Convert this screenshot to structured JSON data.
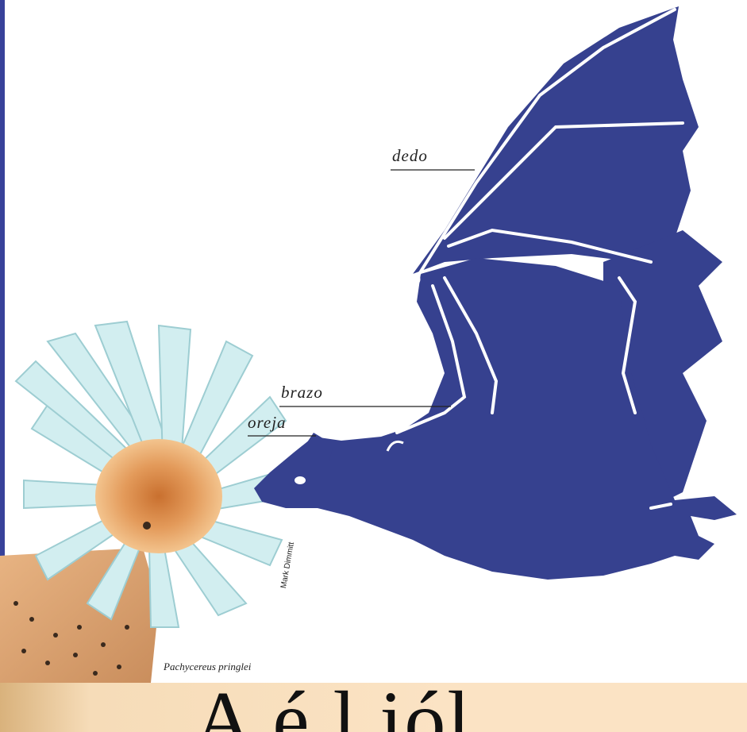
{
  "labels": {
    "dedo": "dedo",
    "brazo": "brazo",
    "oreja": "oreja"
  },
  "caption": "Pachycereus pringlei",
  "photo_credit": "Mark Dimmitt",
  "banner_text": "A    é  l           iól",
  "colors": {
    "bat": "#36418f",
    "edge_bar": "#38429a",
    "banner": "#fbe3c4",
    "flower_petal": "#cfeef0",
    "flower_center": "#e8a66a"
  }
}
